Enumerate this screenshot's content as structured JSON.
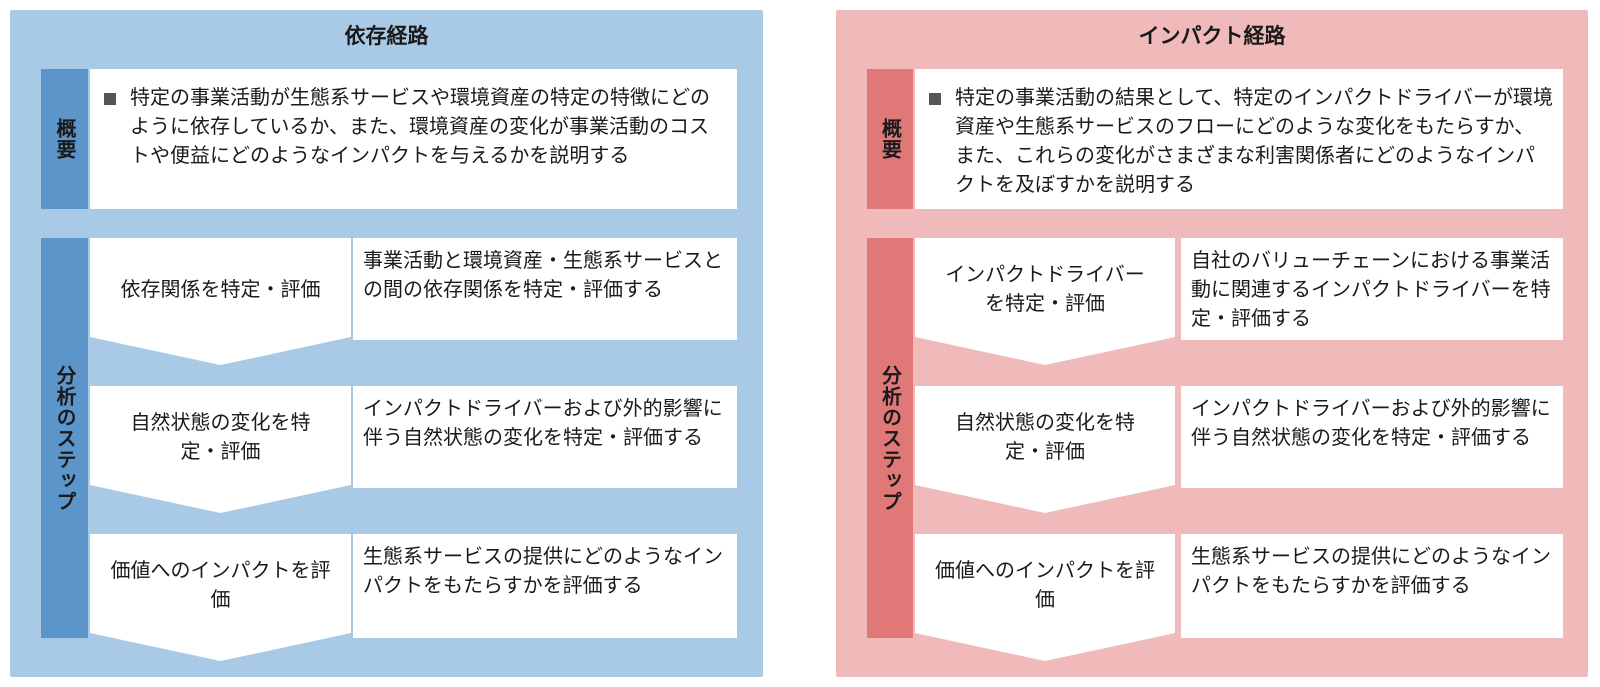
{
  "colors": {
    "dependency_panel_bg": "#a9cae6",
    "dependency_label_bg": "#5b95c9",
    "impact_panel_bg": "#f0babb",
    "impact_label_bg": "#e07878",
    "box_bg": "#ffffff"
  },
  "dependency": {
    "title": "依存経路",
    "overview_label": "概要",
    "overview_text": "特定の事業活動が生態系サービスや環境資産の特定の特徴にどのように依存しているか、また、環境資産の変化が事業活動のコストや便益にどのようなインパクトを与えるかを説明する",
    "steps_label": "分析のステップ",
    "steps": [
      {
        "label": "依存関係を特定・評価",
        "detail": "事業活動と環境資産・生態系サービスとの間の依存関係を特定・評価する"
      },
      {
        "label": "自然状態の変化を特定・評価",
        "detail": "インパクトドライバーおよび外的影響に伴う自然状態の変化を特定・評価する"
      },
      {
        "label": "価値へのインパクトを評価",
        "detail": "生態系サービスの提供にどのようなインパクトをもたらすかを評価する"
      }
    ]
  },
  "impact": {
    "title": "インパクト経路",
    "overview_label": "概要",
    "overview_text": "特定の事業活動の結果として、特定のインパクトドライバーが環境資産や生態系サービスのフローにどのような変化をもたらすか、また、これらの変化がさまざまな利害関係者にどのようなインパクトを及ぼすかを説明する",
    "steps_label": "分析のステップ",
    "steps": [
      {
        "label": "インパクトドライバーを特定・評価",
        "detail": "自社のバリューチェーンにおける事業活動に関連するインパクトドライバーを特定・評価する"
      },
      {
        "label": "自然状態の変化を特定・評価",
        "detail": "インパクトドライバーおよび外的影響に伴う自然状態の変化を特定・評価する"
      },
      {
        "label": "価値へのインパクトを評価",
        "detail": "生態系サービスの提供にどのようなインパクトをもたらすかを評価する"
      }
    ]
  }
}
